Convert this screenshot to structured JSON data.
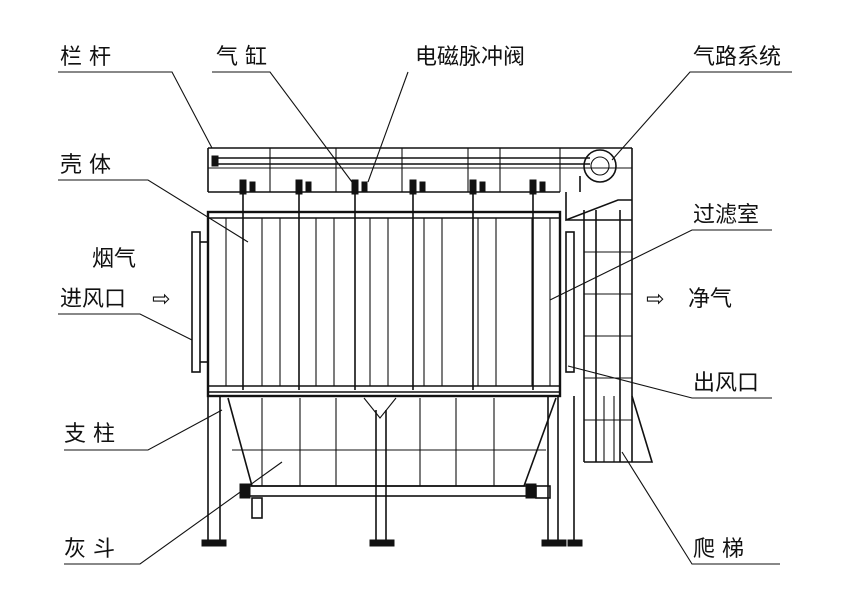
{
  "labels": {
    "railing": "栏  杆",
    "cylinder": "气  缸",
    "pulse_valve": "电磁脉冲阀",
    "air_system": "气路系统",
    "shell": "壳  体",
    "filter_chamber": "过滤室",
    "flue_gas": "烟气",
    "inlet": "进风口",
    "clean_gas": "净气",
    "outlet": "出风口",
    "support": "支  柱",
    "ash_hopper": "灰  斗",
    "ladder": "爬  梯"
  },
  "arrows": {
    "inlet_arrow": "⇨",
    "outlet_arrow": "⇨"
  }
}
